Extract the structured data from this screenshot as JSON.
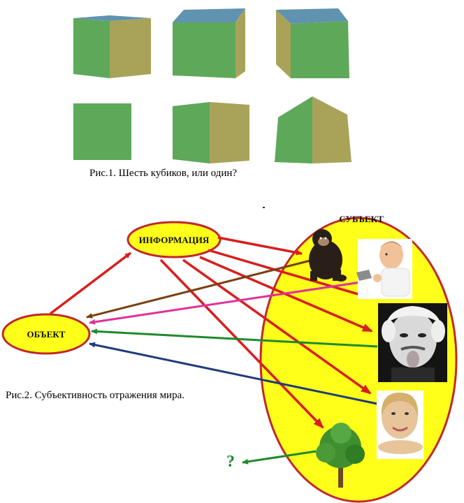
{
  "figure1": {
    "caption": "Рис.1. Шесть кубиков, или один?",
    "colors": {
      "front": "#5ea85a",
      "side": "#a9a35a",
      "top": "#5f93b0"
    }
  },
  "figure2": {
    "caption": "Рис.2. Субъективность отражения мира.",
    "nodes": {
      "information": "ИНФОРМАЦИЯ",
      "object": "ОБЪЕКТ",
      "subject": "СУБЪЕКТ",
      "question": "?"
    },
    "colors": {
      "ellipse_fill": "#ffff1a",
      "ellipse_border": "#c0282d",
      "red": "#d81e1e",
      "brown": "#7a3e10",
      "magenta": "#e0309a",
      "green": "#1f8a2c",
      "navy": "#1f3b7a"
    },
    "subject_images": [
      "chimpanzee",
      "child",
      "einstein",
      "woman",
      "tree"
    ]
  }
}
